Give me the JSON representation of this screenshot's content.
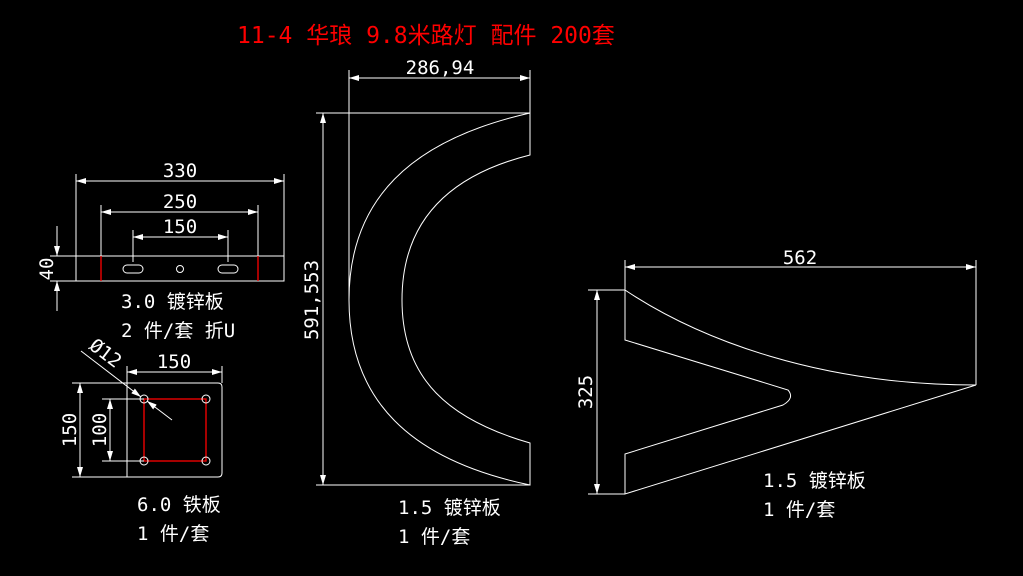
{
  "title": "11-4 华琅 9.8米路灯 配件 200套",
  "colors": {
    "background": "#000000",
    "lines": "#ffffff",
    "title": "#ff0000",
    "bend_lines": "#ff0000"
  },
  "part1": {
    "dim_overall": "330",
    "dim_bend": "250",
    "dim_slots": "150",
    "dim_height": "40",
    "material": "3.0 镀锌板",
    "quantity": "2 件/套 折U"
  },
  "part2": {
    "dim_width": "150",
    "dim_height": "150",
    "dim_hole_spacing": "100",
    "dim_hole_diameter": "Ø12",
    "material": "6.0 铁板",
    "quantity": "1 件/套"
  },
  "part3": {
    "dim_width": "286,94",
    "dim_height": "591,553",
    "material": "1.5 镀锌板",
    "quantity": "1 件/套"
  },
  "part4": {
    "dim_width": "562",
    "dim_height": "325",
    "material": "1.5 镀锌板",
    "quantity": "1 件/套"
  }
}
